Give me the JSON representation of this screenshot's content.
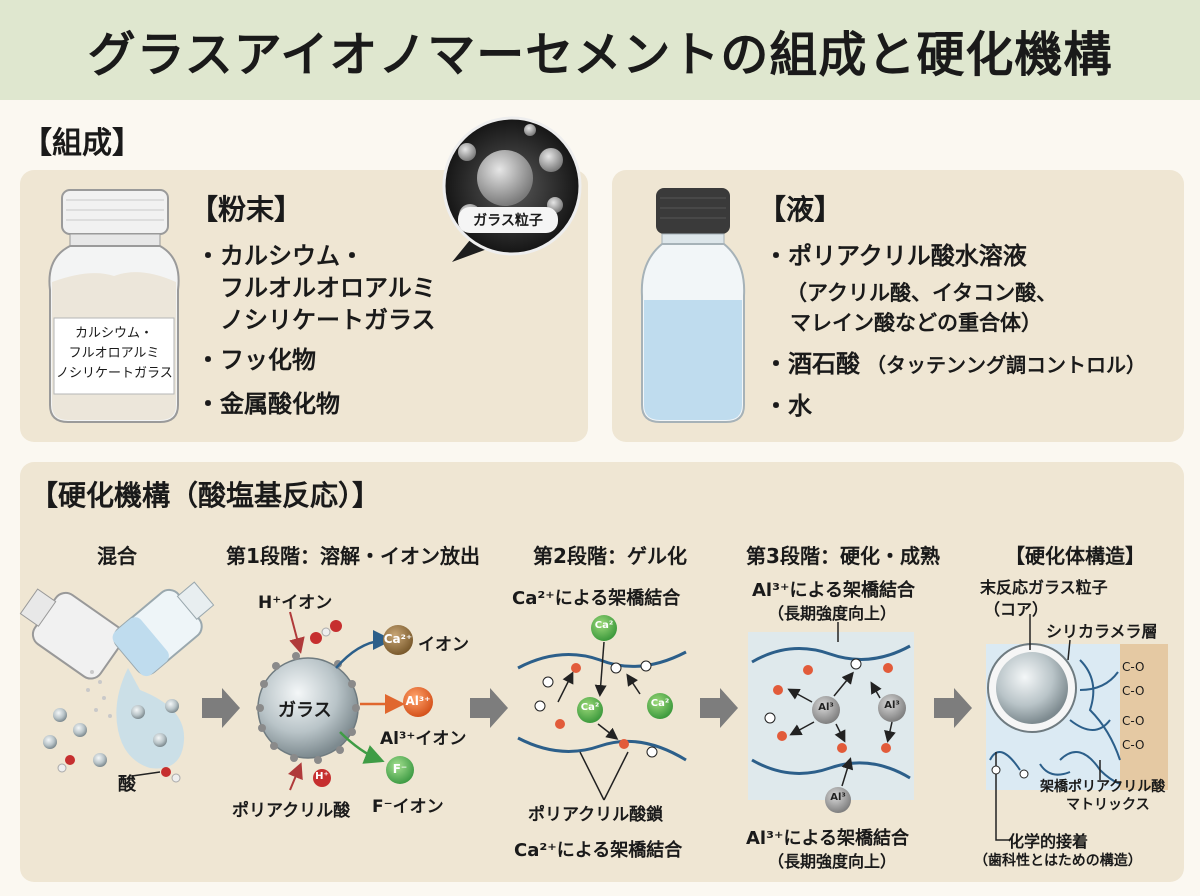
{
  "title": "グラスアイオノマーセメントの組成と硬化機構",
  "composition": {
    "section_label": "【組成】",
    "powder": {
      "heading": "【粉末】",
      "bullets": [
        "・カルシウム・",
        "フルオルオロアルミ",
        "ノシリケートガラス",
        "・フッ化物",
        "・金属酸化物"
      ],
      "bottle_label": [
        "カルシウム・",
        "フルオロアルミ",
        "ノシリケートガラス"
      ],
      "callout": "ガラス粒子"
    },
    "liquid": {
      "heading": "【液】",
      "bullets": [
        "・ポリアクリル酸水溶液",
        "（アクリル酸、イタコン酸、",
        "マレイン酸などの重合体）",
        "・酒石酸",
        "（タッテンング調コントロル）",
        "・水"
      ]
    }
  },
  "mechanism": {
    "section_label": "【硬化機構（酸塩基反応）】",
    "stages": [
      "混合",
      "第1段階：溶解・イオン放出",
      "第2段階：ゲル化",
      "第3段階：硬化・成熟",
      "【硬化体構造】"
    ],
    "mix": {
      "acid_label": "酸"
    },
    "stage1": {
      "h_ion": "H⁺イオン",
      "glass": "ガラス",
      "ca_ion": "Ca²⁺",
      "ca_label": "イオン",
      "al_ion": "Al³⁺",
      "al_label": "Al³⁺イオン",
      "f_ion": "F⁻",
      "f_label": "F⁻イオン",
      "h_small": "H⁺",
      "paa": "ポリアクリル酸"
    },
    "stage2": {
      "top_label": "Ca²⁺による架橋結合",
      "ion": "Ca²",
      "chain_label": "ポリアクリル酸鎖",
      "bottom_label": "Ca²⁺による架橋結合"
    },
    "stage3": {
      "top_label_1": "Al³⁺による架橋結合",
      "top_label_2": "（長期強度向上）",
      "ion": "Al³",
      "bottom_label_1": "Al³⁺による架橋結合",
      "bottom_label_2": "（長期強度向上）"
    },
    "structure": {
      "core_1": "末反応ガラス粒子",
      "core_2": "（コア）",
      "silica": "シリカラメラ層",
      "matrix_1": "架橋ポリアクリル酸",
      "matrix_2": "マトリックス",
      "bond_1": "化学的接着",
      "bond_2": "（歯科性とはための構造）",
      "carboxyl": "C-O"
    }
  },
  "colors": {
    "title_bg": "#dfe7cf",
    "panel_bg": "#efe6d3",
    "chain": "#2c5f8a",
    "ca_ion": "#8b6a3a",
    "al_ion": "#e0672e",
    "f_ion": "#56b35a",
    "arrow": "#7d7d7d"
  }
}
